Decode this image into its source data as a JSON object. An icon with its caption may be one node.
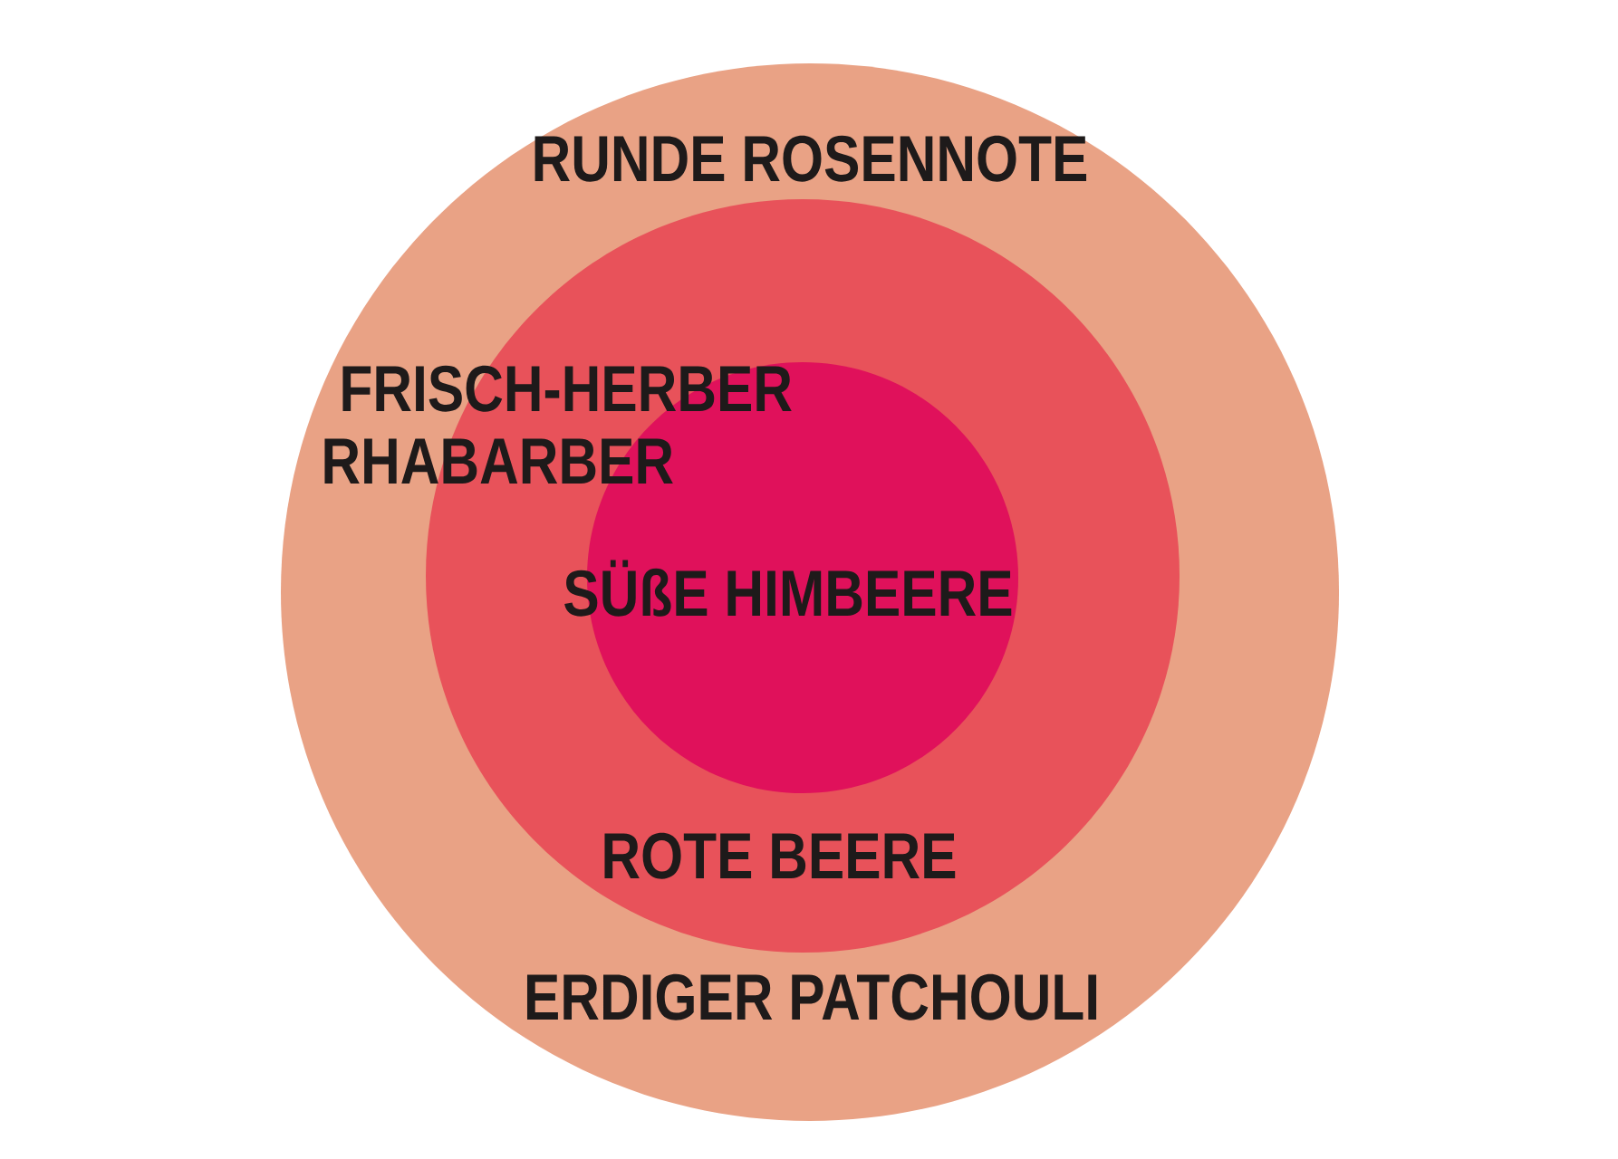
{
  "diagram": {
    "nodes": [
      {
        "text": [
          "RUNDE ROSENNOTE",
          "ERDIGER PATCHOULI"
        ]
      },
      {
        "text": [
          "FRISCH-HERBER RHABARBER",
          "ROTE BEERE"
        ],
        "in": 0
      },
      {
        "text": [
          "SÜßE HIMBEERE"
        ],
        "in": 1
      }
    ]
  }
}
